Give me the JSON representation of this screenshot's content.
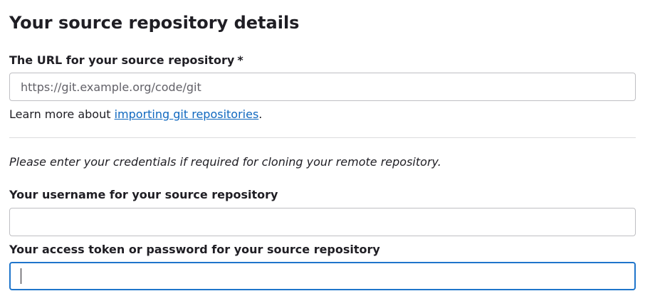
{
  "section": {
    "title": "Your source repository details"
  },
  "url_field": {
    "label": "The URL for your source repository",
    "required_marker": "*",
    "value": "",
    "placeholder": "https://git.example.org/code/git"
  },
  "help": {
    "prefix": "Learn more about ",
    "link_text": "importing git repositories",
    "suffix": "."
  },
  "credentials_note": "Please enter your credentials if required for cloning your remote repository.",
  "username_field": {
    "label": "Your username for your source repository",
    "value": "",
    "placeholder": ""
  },
  "password_field": {
    "label": "Your access token or password for your source repository",
    "value": "",
    "placeholder": ""
  },
  "colors": {
    "link": "#1068bf",
    "focus_border": "#1f75cb",
    "input_border": "#bfbfc3"
  }
}
